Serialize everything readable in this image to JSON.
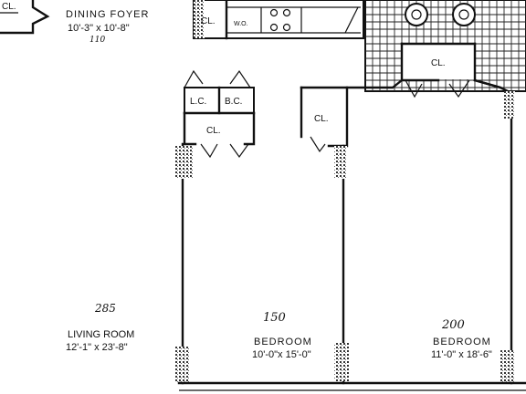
{
  "rooms": {
    "cl_top_left": "CL.",
    "dining_foyer": {
      "name": "DINING FOYER",
      "dims": "10'-3\" x 10'-8\"",
      "note": "110"
    },
    "cl_kitchen": "CL.",
    "wall_oven": "W.O.",
    "cl_corridor": "CL.",
    "lc": "L.C.",
    "bc": "B.C.",
    "cl_bedroom1": "CL.",
    "cl_bedroom2": "CL.",
    "living_room": {
      "name": "LIVING ROOM",
      "dims": "12'-1\" x 23'-8\"",
      "note": "285"
    },
    "bedroom1": {
      "name": "BEDROOM",
      "dims": "10'-0\"x 15'-0\"",
      "note": "150"
    },
    "bedroom2": {
      "name": "BEDROOM",
      "dims": "11'-0\" x 18'-6\"",
      "note": "200"
    }
  },
  "colors": {
    "ink": "#111111",
    "paper": "#ffffff",
    "hatch": "#555555"
  }
}
